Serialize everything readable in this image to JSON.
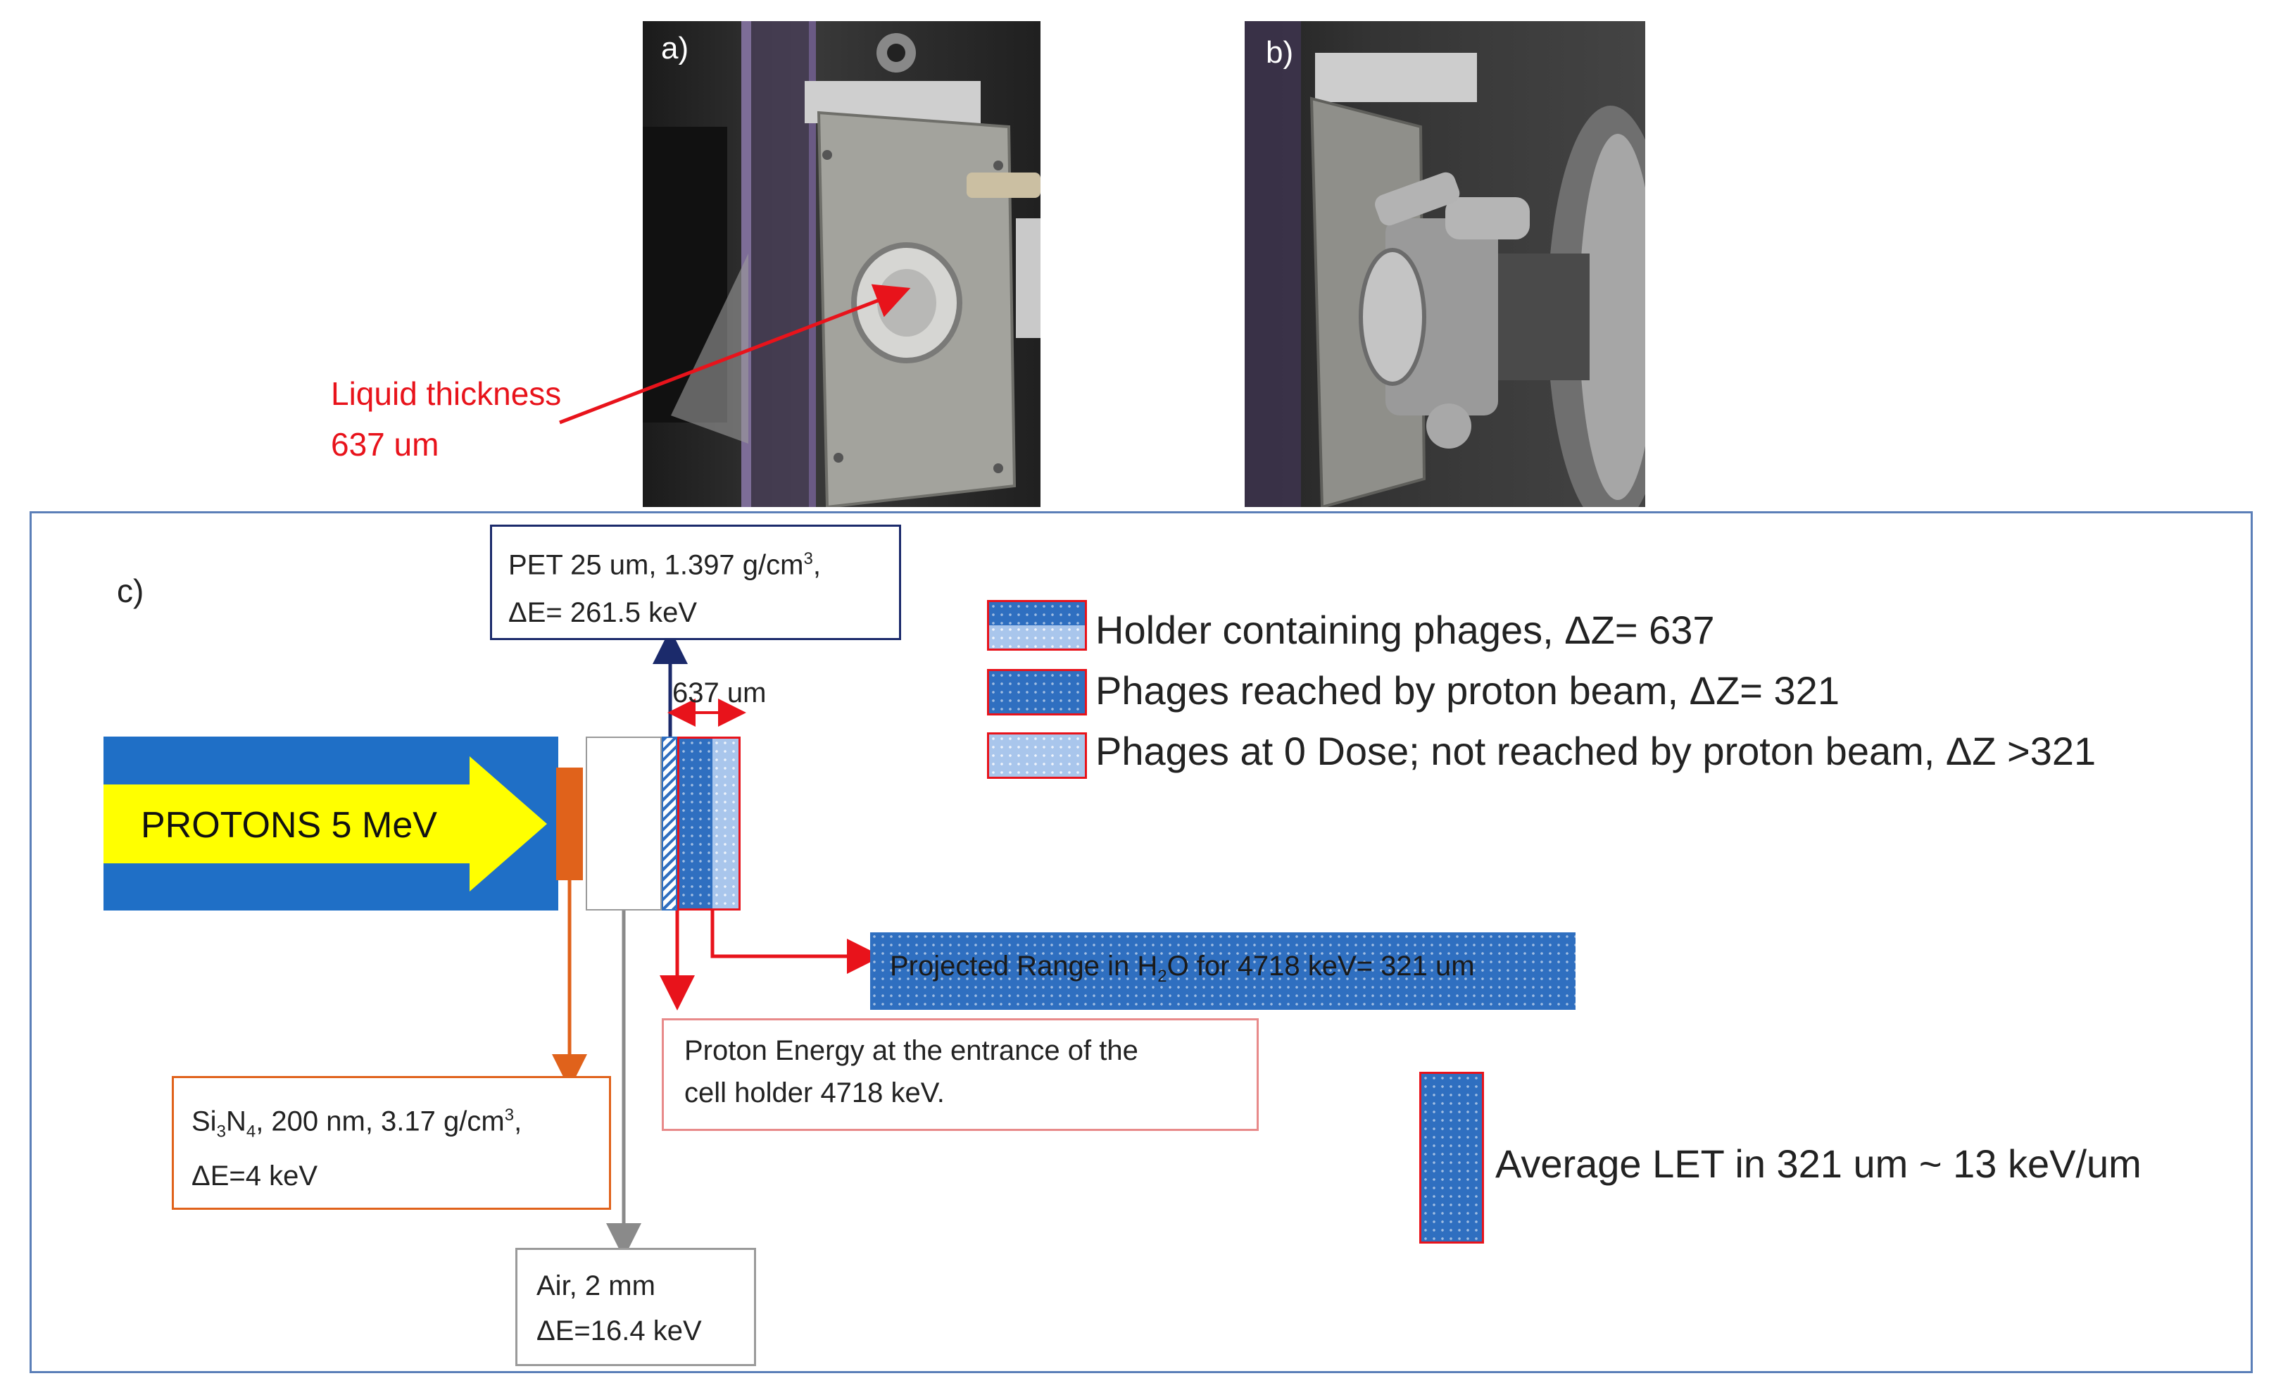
{
  "photos": {
    "a": {
      "label": "a)",
      "annotation_line1": "Liquid thickness",
      "annotation_line2": "637 um"
    },
    "b": {
      "label": "b)"
    }
  },
  "diagram": {
    "panel_label": "c)",
    "beam_label": "PROTONS 5 MeV",
    "pet": {
      "line1_pre": "PET 25 um, 1.397 g/cm",
      "line1_sup": "3",
      "line1_post": ",",
      "line2": "ΔE= 261.5 keV"
    },
    "thickness": "637 um",
    "si3n4": {
      "si": "Si",
      "sub3": "3",
      "n": "N",
      "sub4": "4",
      "rest": ", 200 nm, 3.17 g/cm",
      "sup": "3",
      "comma": ",",
      "line2": "ΔE=4 keV"
    },
    "air": {
      "line1": "Air, 2 mm",
      "line2": "ΔE=16.4 keV"
    },
    "entrance": {
      "line1": "Proton Energy at the entrance of the",
      "line2": "cell holder 4718 keV."
    },
    "range": {
      "pre": "Projected Range in H",
      "sub": "2",
      "post": "O for 4718 keV= 321 um"
    },
    "legend": [
      {
        "text": "Holder containing phages, ΔZ= 637"
      },
      {
        "text": "Phages reached by proton beam, ΔZ= 321"
      },
      {
        "text": "Phages at 0 Dose; not reached by proton beam, ΔZ >321"
      }
    ],
    "let_label": "Average LET in 321 um ~ 13 keV/um"
  },
  "colors": {
    "beam_blue": "#1f6fc6",
    "arrow_yellow": "#ffff00",
    "si3n4_orange": "#e0621b",
    "phage_blue": "#2f6fc0",
    "phage_light": "#a9c6ec",
    "annotation_red": "#e8131b",
    "pet_navy": "#1b2a6b",
    "air_gray": "#8a8a8a",
    "frame_blue": "#5b7fb8"
  }
}
